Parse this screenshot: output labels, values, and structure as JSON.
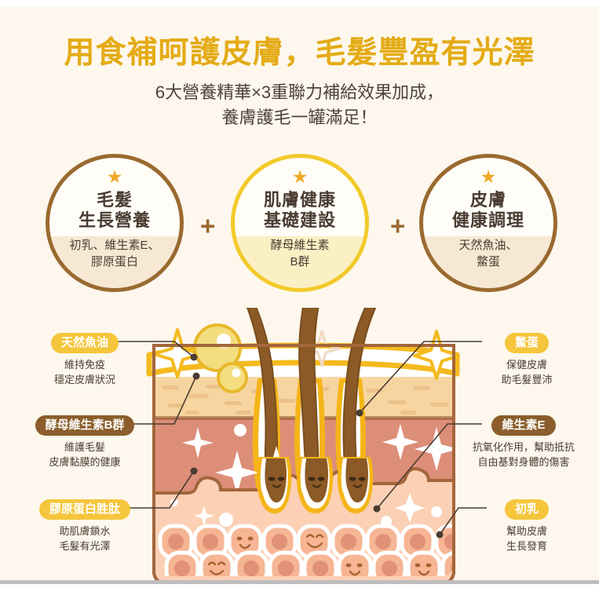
{
  "theme": {
    "background": "#fdf7ed",
    "title_color": "#e4ab15",
    "body_text": "#4a3c32",
    "pill_yellow": "#f5c63c",
    "pill_brown": "#8b5e2b",
    "circle_brown_border": "#9a6a30",
    "circle_yellow_border": "#f2ca2a",
    "star_color": "#f0a724",
    "epidermis": "#f7d5a0",
    "dermis": "#dd8e78",
    "hypodermis": "#fbd0b4",
    "hair_color": "#8f5a26",
    "sebum_yellow": "#f4ba1e"
  },
  "header": {
    "title": "用食補呵護皮膚，毛髮豐盈有光澤",
    "subtitle_line1": "6大營養精華×3重聯力補給效果加成，",
    "subtitle_line2": "養膚護毛一罐滿足！"
  },
  "benefit_circles": [
    {
      "star": "★",
      "title_line1": "毛髮",
      "title_line2": "生長營養",
      "sub_line1": "初乳、維生素E、",
      "sub_line2": "膠原蛋白",
      "style": "brown"
    },
    {
      "star": "★",
      "title_line1": "肌膚健康",
      "title_line2": "基礎建設",
      "sub_line1": "酵母維生素",
      "sub_line2": "B群",
      "style": "yellow"
    },
    {
      "star": "★",
      "title_line1": "皮膚",
      "title_line2": "健康調理",
      "sub_line1": "天然魚油、",
      "sub_line2": "鱉蛋",
      "style": "brown"
    }
  ],
  "plus_signs": [
    "+",
    "+"
  ],
  "callouts_left": [
    {
      "pill": "天然魚油",
      "pill_style": "yellow",
      "desc_line1": "維持免疫",
      "desc_line2": "穩定皮膚狀況"
    },
    {
      "pill": "酵母維生素B群",
      "pill_style": "brown",
      "desc_line1": "維護毛髮",
      "desc_line2": "皮膚黏膜的健康"
    },
    {
      "pill": "膠原蛋白胜肽",
      "pill_style": "yellow",
      "desc_line1": "助肌膚鎖水",
      "desc_line2": "毛髮有光澤"
    }
  ],
  "callouts_right": [
    {
      "pill": "鱉蛋",
      "pill_style": "yellow",
      "desc_line1": "保健皮膚",
      "desc_line2": "助毛髮豐沛"
    },
    {
      "pill": "維生素E",
      "pill_style": "brown",
      "desc_line1": "抗氧化作用，幫助抵抗",
      "desc_line2": "自由基對身體的傷害"
    },
    {
      "pill": "初乳",
      "pill_style": "yellow",
      "desc_line1": "幫助皮膚",
      "desc_line2": "生長發育"
    }
  ]
}
